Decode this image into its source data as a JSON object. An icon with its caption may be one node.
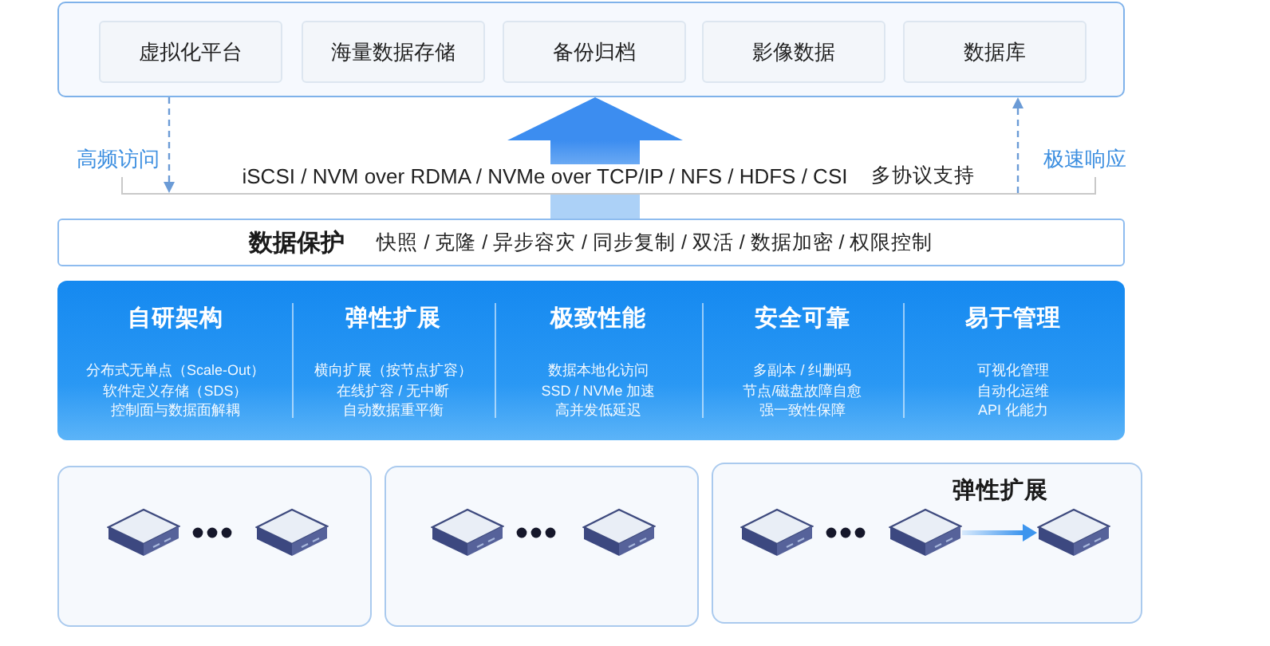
{
  "diagram": {
    "nodes": [
      {
        "text": [],
        "shape": "box"
      },
      {
        "text": [
          "虚拟化平台"
        ],
        "in": 0
      },
      {
        "text": [
          "海量数据存储"
        ],
        "in": 0
      },
      {
        "text": [
          "备份归档"
        ],
        "in": 0
      },
      {
        "text": [
          "影像数据"
        ],
        "in": 0
      },
      {
        "text": [
          "数据库"
        ],
        "in": 0
      },
      {
        "text": [
          "iSCSI / NVM over RDMA / NVMe over TCP/IP / NFS / HDFS / CSI",
          "多协议支持"
        ]
      },
      {
        "text": [
          "数据保护",
          "快照 / 克隆 / 异步容灾 / 同步复制 / 双活 / 数据加密 / 权限控制"
        ]
      },
      {
        "text": [],
        "shape": "box"
      },
      {
        "text": [
          "自研架构",
          "分布式无单点（Scale-Out）",
          "软件定义存储（SDS）",
          "控制面与数据面解耦"
        ],
        "in": 8
      },
      {
        "text": [
          "弹性扩展",
          "横向扩展（按节点扩容）",
          "在线扩容 / 无中断",
          "自动数据重平衡"
        ],
        "in": 8
      },
      {
        "text": [
          "极致性能",
          "数据本地化访问",
          "SSD / NVMe 加速",
          "高并发低延迟"
        ],
        "in": 8
      },
      {
        "text": [
          "安全可靠",
          "多副本 / 纠删码",
          "节点/磁盘故障自愈",
          "强一致性保障"
        ],
        "in": 8
      },
      {
        "text": [
          "易于管理",
          "可视化管理",
          "自动化运维",
          "API 化能力"
        ],
        "in": 8
      },
      {
        "text": [],
        "shape": "box"
      },
      {
        "text": [],
        "shape": "box"
      },
      {
        "text": [
          "弹性扩展"
        ]
      },
      {
        "text": [],
        "shape": "server",
        "in": 16
      },
      {
        "text": [],
        "shape": "server",
        "in": 16
      }
    ],
    "edges": [
      {
        "from": 7,
        "to": 6,
        "arrow": "none",
        "style": "thick",
        "color": "#acd1f7"
      },
      {
        "from": 6,
        "to": 0,
        "arrow": "to",
        "style": "thick"
      },
      {
        "from": 0,
        "to": 6,
        "arrow": "to",
        "style": "dashed",
        "label": "高频访问"
      },
      {
        "from": 6,
        "to": 0,
        "arrow": "to",
        "style": "dashed",
        "label": "极速响应"
      },
      {
        "from": 17,
        "to": 18,
        "arrow": "to"
      }
    ]
  }
}
